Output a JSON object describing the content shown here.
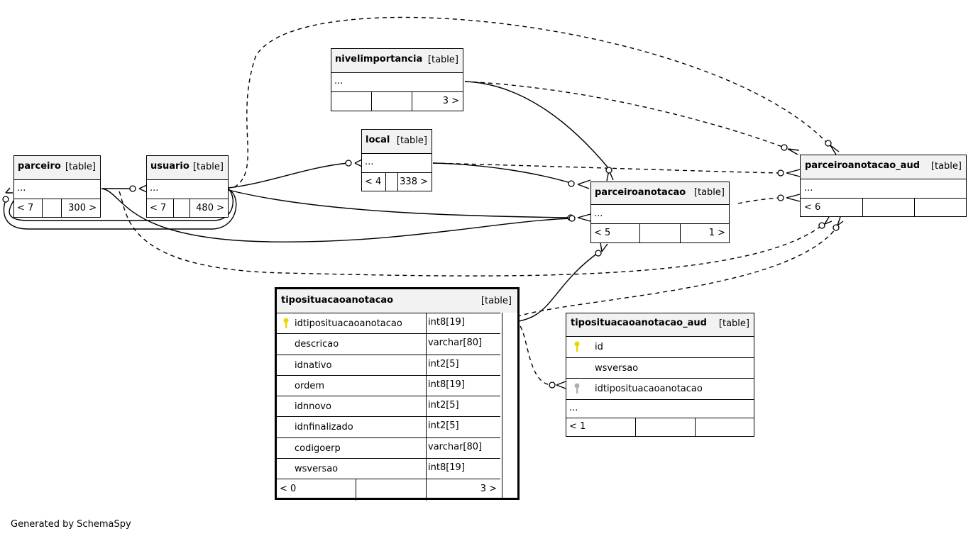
{
  "tables": {
    "nivelimportancia": {
      "name": "nivelimportancia",
      "type": "[table]",
      "ellipsis": "...",
      "parents": "",
      "children": "3 >"
    },
    "local": {
      "name": "local",
      "type": "[table]",
      "ellipsis": "...",
      "parents": "< 4",
      "children": "338 >"
    },
    "parceiro": {
      "name": "parceiro",
      "type": "[table]",
      "ellipsis": "...",
      "parents": "< 7",
      "children": "300 >"
    },
    "usuario": {
      "name": "usuario",
      "type": "[table]",
      "ellipsis": "...",
      "parents": "< 7",
      "children": "480 >"
    },
    "parceiroanotacao": {
      "name": "parceiroanotacao",
      "type": "[table]",
      "ellipsis": "...",
      "parents": "< 5",
      "children": "1 >"
    },
    "parceiroanotacao_aud": {
      "name": "parceiroanotacao_aud",
      "type": "[table]",
      "ellipsis": "...",
      "parents": "< 6",
      "children": ""
    },
    "tiposituacaoanotacao": {
      "name": "tiposituacaoanotacao",
      "type": "[table]",
      "parents": "< 0",
      "children": "3 >",
      "columns": [
        {
          "name": "idtiposituacaoanotacao",
          "type": "int8[19]",
          "key": "primary"
        },
        {
          "name": "descricao",
          "type": "varchar[80]",
          "key": ""
        },
        {
          "name": "idnativo",
          "type": "int2[5]",
          "key": ""
        },
        {
          "name": "ordem",
          "type": "int8[19]",
          "key": ""
        },
        {
          "name": "idnnovo",
          "type": "int2[5]",
          "key": ""
        },
        {
          "name": "idnfinalizado",
          "type": "int2[5]",
          "key": ""
        },
        {
          "name": "codigoerp",
          "type": "varchar[80]",
          "key": ""
        },
        {
          "name": "wsversao",
          "type": "int8[19]",
          "key": ""
        }
      ]
    },
    "tiposituacaoanotacao_aud": {
      "name": "tiposituacaoanotacao_aud",
      "type": "[table]",
      "ellipsis": "...",
      "parents": "< 1",
      "children": "",
      "columns": [
        {
          "name": "id",
          "key": "primary"
        },
        {
          "name": "wsversao",
          "key": ""
        },
        {
          "name": "idtiposituacaoanotacao",
          "key": "foreign"
        }
      ]
    }
  },
  "footer": "Generated by SchemaSpy",
  "colors": {
    "primary_key": "#e8d800",
    "foreign_key": "#b0b0b0",
    "header_bg": "#f2f2f2"
  }
}
